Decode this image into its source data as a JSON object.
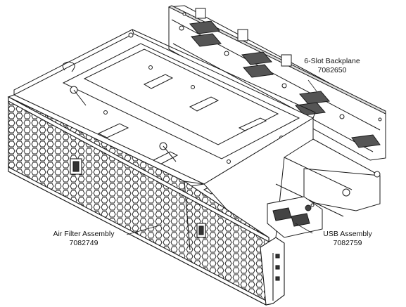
{
  "callouts": {
    "backplane": {
      "name": "6-Slot Backplane",
      "part_number": "7082650"
    },
    "air_filter": {
      "name": "Air Filter Assembly",
      "part_number": "7082749"
    },
    "usb": {
      "name": "USB Assembly",
      "part_number": "7082759"
    }
  },
  "colors": {
    "line": "#1a1a1a",
    "background": "#ffffff",
    "dark_fill": "#2a2a2a"
  }
}
